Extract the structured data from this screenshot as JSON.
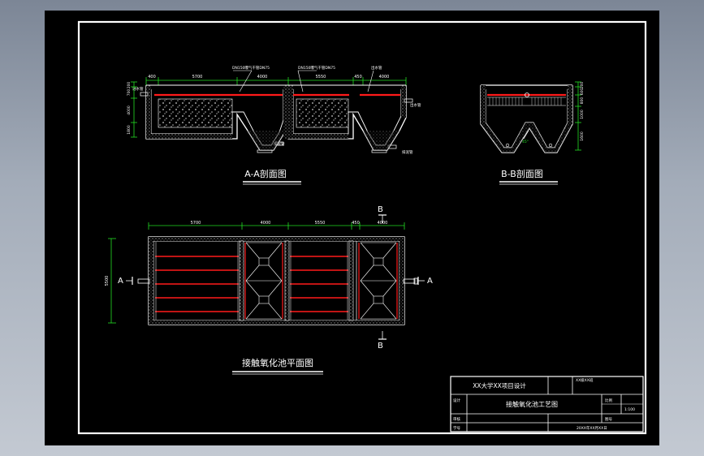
{
  "drawing": {
    "colors": {
      "background": "#000000",
      "lines": "#ffffff",
      "beams": "#ff1a1a",
      "dimensions": "#22dd22",
      "hatch": "#dddddd",
      "workspace": "#9aa3b0"
    },
    "sections": {
      "aa_title": "A-A剖面图",
      "bb_title": "B-B剖面图",
      "plan_title": "接触氧化池平面图"
    },
    "section_marks": {
      "a_left": "A",
      "a_right": "A",
      "b_top": "B",
      "b_bottom": "B"
    },
    "dims": {
      "aa_top": [
        "400",
        "5700",
        "4000",
        "5550",
        "450",
        "4000"
      ],
      "aa_left": [
        "200",
        "700",
        "4000",
        "1800"
      ],
      "bb_right": [
        "200",
        "600",
        "800",
        "1000",
        "1600"
      ],
      "plan_top": [
        "5700",
        "4000",
        "5550",
        "450",
        "4000"
      ],
      "plan_left": "5500"
    },
    "callouts": {
      "aa_pipe1": "DN150曝气干管DN75",
      "aa_pipe2": "DN150曝气干管DN75",
      "aa_pipe3": "出水管",
      "aa_inlet": "进水管",
      "aa_outlet": "出水管",
      "aa_sludge1": "排泥管",
      "aa_sludge2": "排泥管",
      "bb_slope": "45°"
    },
    "title_block": {
      "school_project": "XX大学XX项目设计",
      "drawing_name": "接触氧化池工艺图",
      "scale_label": "比例",
      "scale_value": "1:100",
      "sheet_label": "图号",
      "designer_label": "设计",
      "checker_label": "审核",
      "student_label": "学号",
      "date": "20XX年XX月XX日",
      "top_right_note": "XX级XX班"
    }
  }
}
